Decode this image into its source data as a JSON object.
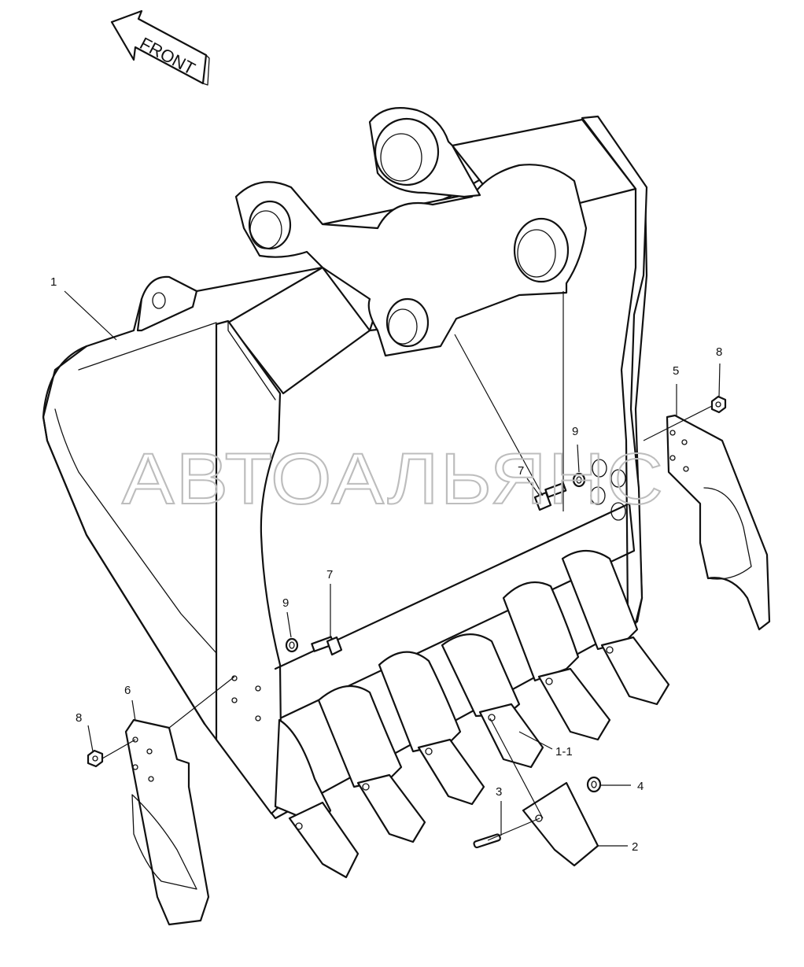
{
  "diagram": {
    "front_label": "FRONT",
    "watermark": "АВТОАЛЬЯНС",
    "callouts": [
      "1",
      "8",
      "5",
      "9",
      "7",
      "7",
      "9",
      "6",
      "8",
      "1-1",
      "3",
      "4",
      "2"
    ]
  }
}
